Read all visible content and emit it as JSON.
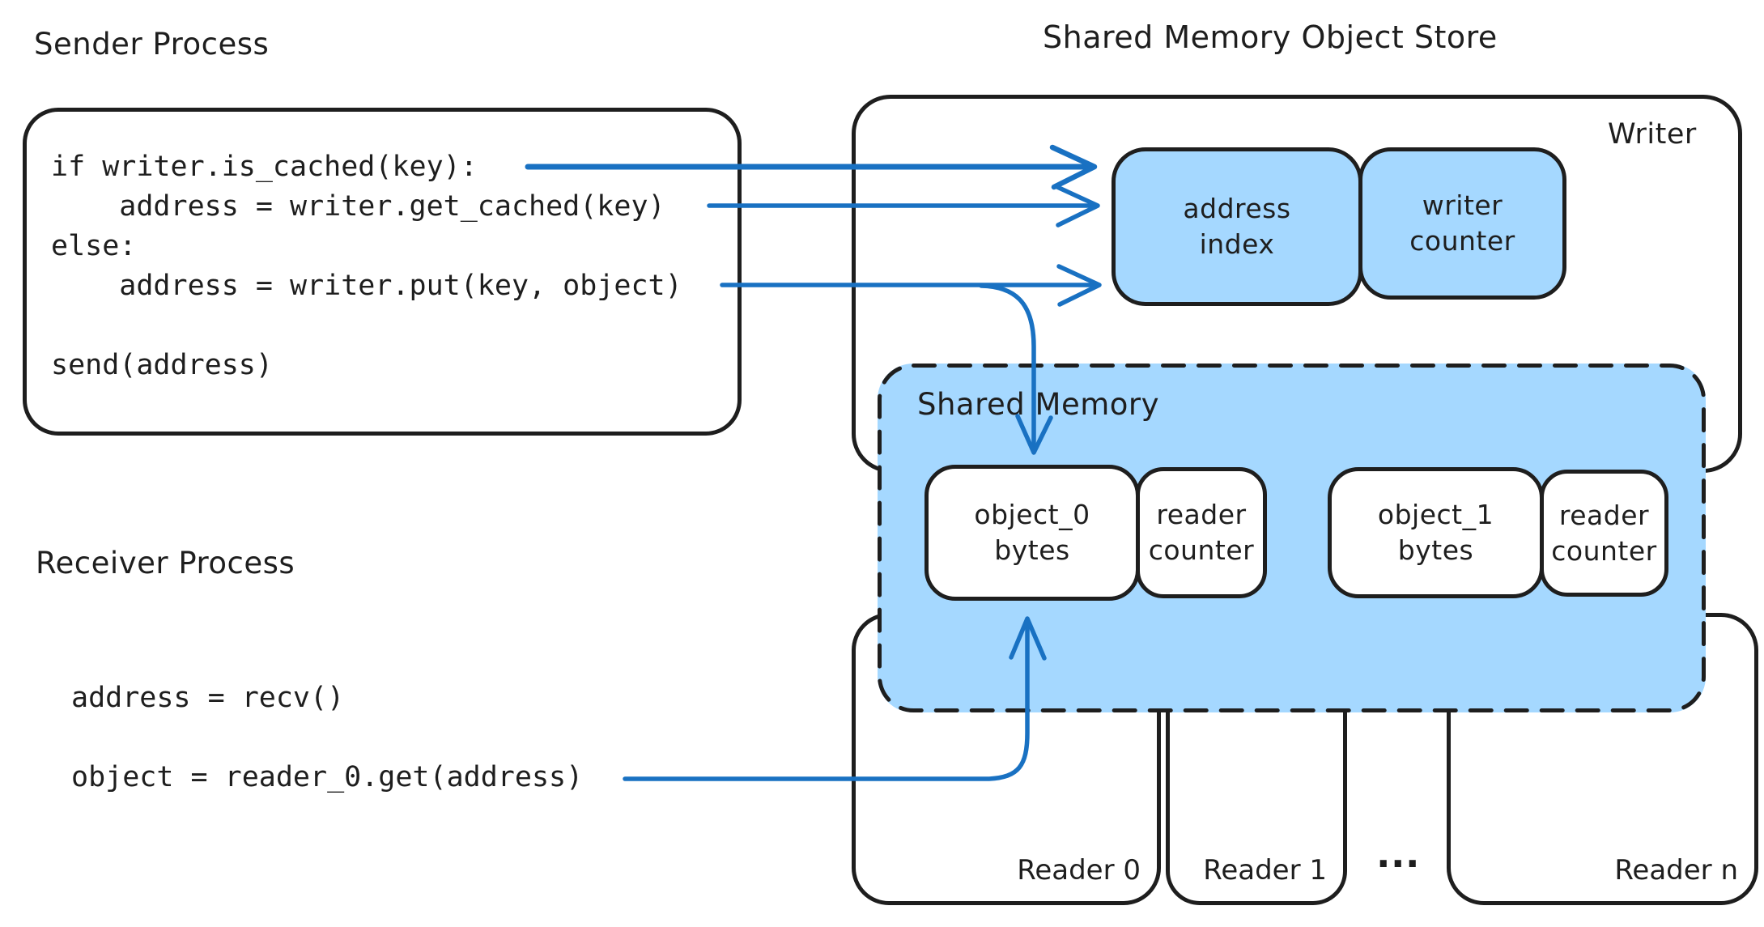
{
  "colors": {
    "ink": "#1e1e1e",
    "blue_stroke": "#1971c2",
    "blue_fill": "#a5d8ff",
    "background": "#ffffff"
  },
  "sender": {
    "title": "Sender Process",
    "code": "if writer.is_cached(key):\n    address = writer.get_cached(key)\nelse:\n    address = writer.put(key, object)\n\nsend(address)"
  },
  "receiver": {
    "title": "Receiver Process",
    "code": "address = recv()\n\nobject = reader_0.get(address)"
  },
  "store": {
    "title": "Shared Memory Object Store",
    "writer_label": "Writer",
    "address_index_label": "address\nindex",
    "writer_counter_label": "writer\ncounter",
    "shared_memory": {
      "label": "Shared Memory",
      "cells": [
        {
          "object_label": "object_0\nbytes",
          "counter_label": "reader\ncounter"
        },
        {
          "object_label": "object_1\nbytes",
          "counter_label": "reader\ncounter"
        }
      ]
    },
    "readers": [
      {
        "label": "Reader 0"
      },
      {
        "label": "Reader 1"
      },
      {
        "label": "Reader n"
      }
    ],
    "readers_ellipsis": "..."
  },
  "arrows": [
    {
      "from": "if writer.is_cached(key):",
      "to": "address index"
    },
    {
      "from": "address = writer.get_cached(key)",
      "to": "address index"
    },
    {
      "from": "address = writer.put(key, object)",
      "to": "address index"
    },
    {
      "from": "address = writer.put(key, object)",
      "to": "object_0 bytes"
    },
    {
      "from": "object = reader_0.get(address)",
      "to": "object_0 bytes"
    }
  ]
}
